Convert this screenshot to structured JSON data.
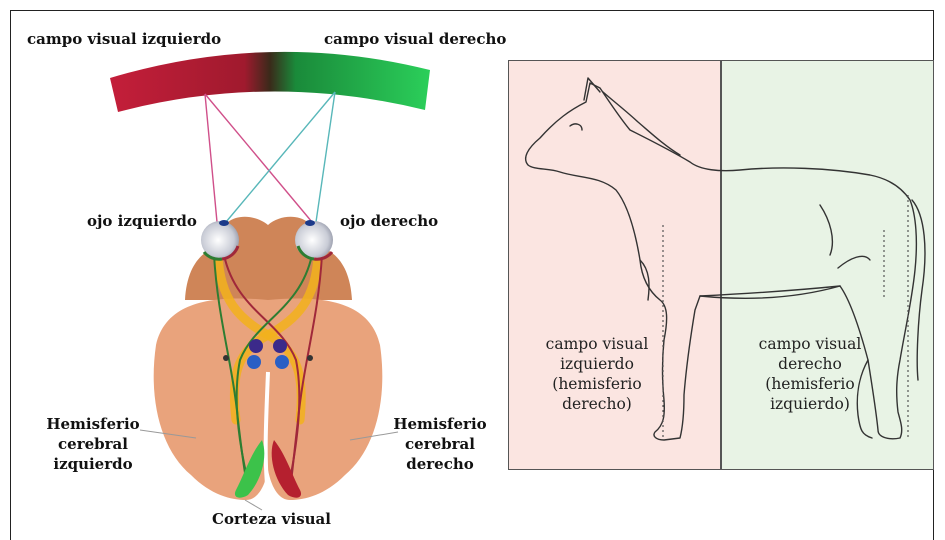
{
  "brain_figure": {
    "field_left_label": "campo visual izquierdo",
    "field_right_label": "campo visual derecho",
    "eye_left_label": "ojo izquierdo",
    "eye_right_label": "ojo derecho",
    "hemisphere_left_label": "Hemisferio cerebral izquierdo",
    "hemisphere_right_label": "Hemisferio cerebral derecho",
    "cortex_label": "Corteza visual",
    "colors": {
      "left_field": "#c41e3a",
      "right_field": "#1db954",
      "brain": "#e9a37c",
      "nerve": "#f2b21c"
    }
  },
  "horse_figure": {
    "left_panel_label": "campo visual izquierdo (hemisferio derecho)",
    "right_panel_label": "campo visual derecho (hemisferio izquierdo)",
    "colors": {
      "left_panel": "#fbe5e1",
      "right_panel": "#e8f3e5"
    }
  }
}
